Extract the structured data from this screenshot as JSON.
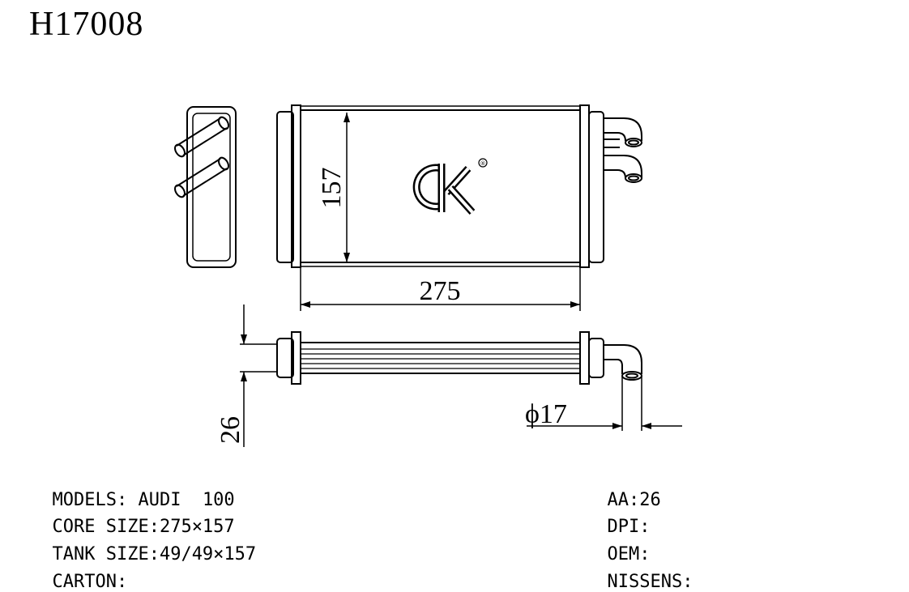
{
  "part_number": "H17008",
  "dimensions": {
    "core_height": "157",
    "core_width": "275",
    "core_depth": "26",
    "pipe_diameter": "ϕ17"
  },
  "logo": {
    "registered_mark": "®"
  },
  "specs_left": [
    {
      "label": "MODELS:",
      "value": "AUDI  100"
    },
    {
      "label": "CORE SIZE:",
      "value": "275×157"
    },
    {
      "label": "TANK SIZE:",
      "value": "49/49×157"
    },
    {
      "label": "CARTON:",
      "value": ""
    }
  ],
  "specs_right": [
    {
      "label": "AA:",
      "value": "26"
    },
    {
      "label": "DPI:",
      "value": ""
    },
    {
      "label": "OEM:",
      "value": ""
    },
    {
      "label": "NISSENS:",
      "value": ""
    }
  ]
}
